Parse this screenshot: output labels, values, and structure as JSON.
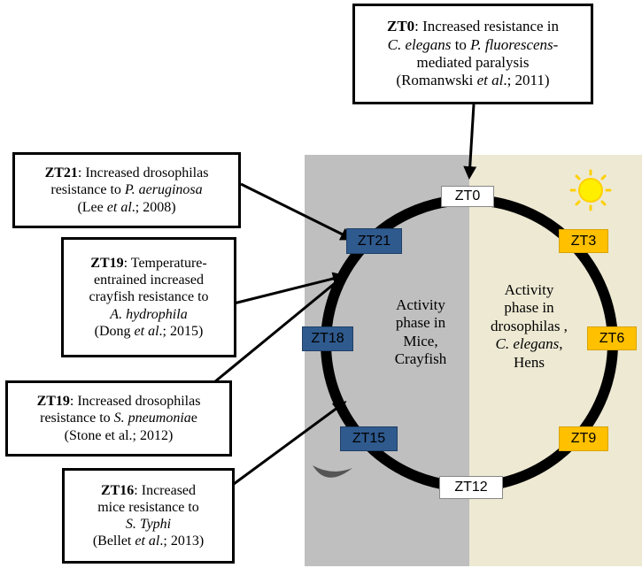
{
  "notes": {
    "zt0": {
      "tag": "ZT0",
      "l1": ": Increased resistance  in",
      "l2a": "C. elegans",
      "l2b": " to ",
      "l2c": "P. fluorescens",
      "l2d": "-",
      "l3": "mediated paralysis",
      "l4a": "(Romanwski ",
      "l4b": "et al",
      "l4c": ".; 2011)"
    },
    "zt21": {
      "tag": "ZT21",
      "l1": ": Increased drosophilas",
      "l2a": "resistance to ",
      "l2b": "P. aeruginosa",
      "l3a": "(Lee ",
      "l3b": "et al",
      "l3c": ".; 2008)"
    },
    "zt19a": {
      "tag": "ZT19",
      "l1": ": Temperature-",
      "l2": "entrained increased",
      "l3": "crayfish resistance to",
      "l4": "A. hydrophila",
      "l5a": "(Dong ",
      "l5b": "et al",
      "l5c": ".; 2015)"
    },
    "zt19b": {
      "tag": "ZT19",
      "l1": ": Increased drosophilas",
      "l2a": "resistance to ",
      "l2b": "S. pneumonia",
      "l2c": "e",
      "l3": "(Stone et al.; 2012)"
    },
    "zt16": {
      "tag": "ZT16",
      "l1": ": Increased",
      "l2": "mice resistance to",
      "l3": "S. Typhi",
      "l4a": "(Bellet ",
      "l4b": "et al",
      "l4c": ".; 2013)"
    }
  },
  "clock": {
    "zt0": "ZT0",
    "zt3": "ZT3",
    "zt6": "ZT6",
    "zt9": "ZT9",
    "zt12": "ZT12",
    "zt15": "ZT15",
    "zt18": "ZT18",
    "zt21": "ZT21"
  },
  "phases": {
    "night": {
      "l1": "Activity",
      "l2": "phase in",
      "l3": "Mice,",
      "l4": "Crayfish"
    },
    "day": {
      "l1": "Activity",
      "l2": "phase in",
      "l3": "drosophilas ,",
      "l4": "C. elegans",
      "l4b": ",",
      "l5": "Hens"
    }
  },
  "colors": {
    "night_bg": "#bfbfbf",
    "day_bg": "#ede9d3",
    "night_marker": "#2f5a8e",
    "day_marker": "#ffc000",
    "sun": "#ffee00",
    "moon": "#555555"
  }
}
